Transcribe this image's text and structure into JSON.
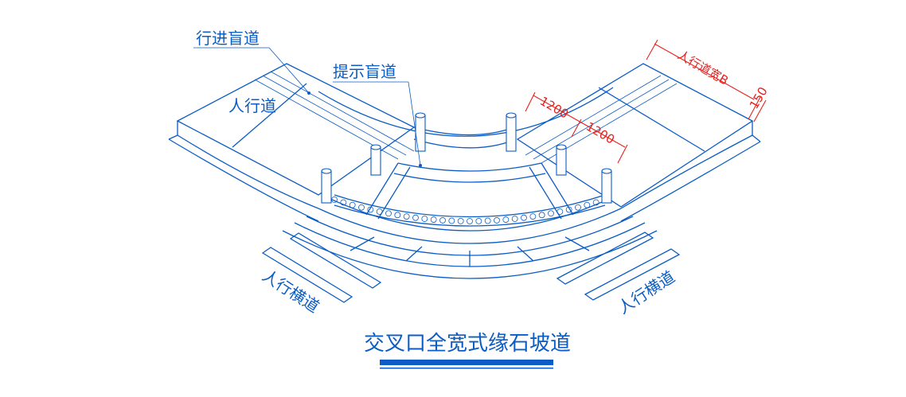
{
  "title": "交叉口全宽式缘石坡道",
  "labels": {
    "travel_tactile_path": "行进盲道",
    "warning_tactile_path": "提示盲道",
    "sidewalk": "人行道",
    "crosswalk_left": "人行横道",
    "crosswalk_right": "人行横道"
  },
  "dimensions": {
    "tactile_width_1": "1200",
    "tactile_width_2": "1200",
    "sidewalk_width": "人行道宽B",
    "curb_width": "150"
  },
  "colors": {
    "line": "#0b5cc4",
    "dimension": "#e8201c",
    "title_bar": "#0b5cc4"
  }
}
